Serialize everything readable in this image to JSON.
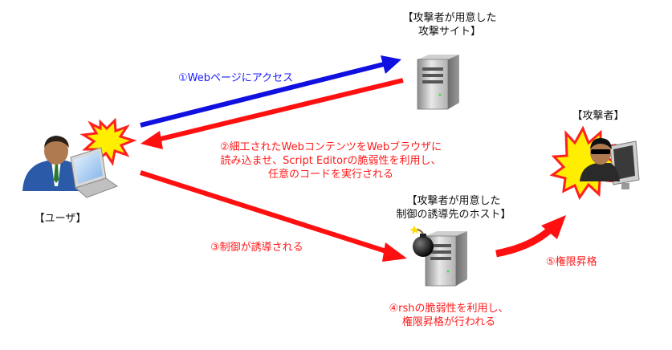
{
  "labels": {
    "attacker_site": [
      "【攻撃者が用意した",
      "攻撃サイト】"
    ],
    "attacker": "【攻撃者】",
    "user": "【ユーザ】",
    "control_host": [
      "【攻撃者が用意した",
      "制御の誘導先のホスト】"
    ]
  },
  "steps": {
    "step1": "①Webページにアクセス",
    "step2": [
      "②細工されたWebコンテンツをWebブラウザに",
      "読み込ませ、Script Editorの脆弱性を利用し、",
      "任意のコードを実行される"
    ],
    "step3": "③制御が誘導される",
    "step4": [
      "④rshの脆弱性を利用し、",
      "権限昇格が行われる"
    ],
    "step5": "⑤権限昇格"
  },
  "colors": {
    "access_arrow": "#1010e0",
    "attack_arrow": "#ff1010",
    "blue_text": "#1a1aff",
    "red_text": "#ff1a1a",
    "burst_fill": "#ffee00",
    "burst_stroke": "#ff2020"
  },
  "icons": {
    "server_site": "server-icon",
    "server_host": "server-with-bomb-icon",
    "user": "user-with-laptop-icon",
    "attacker": "hacker-with-computer-icon",
    "burst": "explosion-icon"
  }
}
